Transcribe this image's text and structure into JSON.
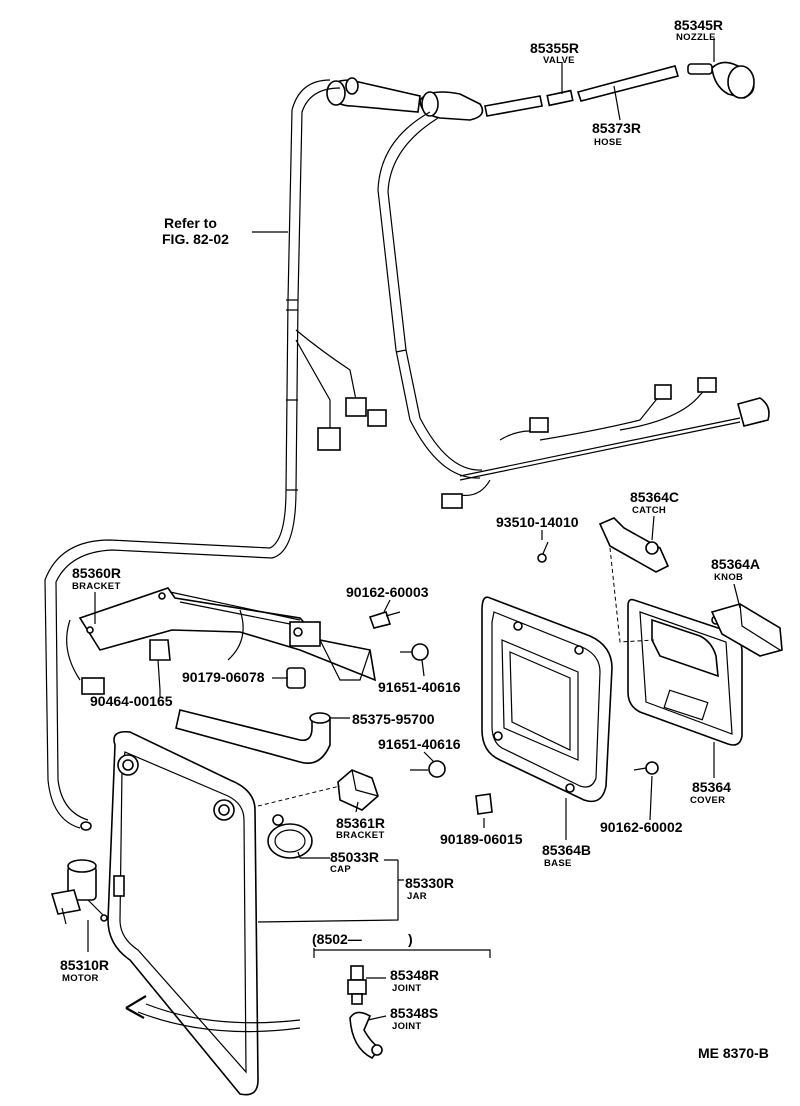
{
  "parts": {
    "nozzle": {
      "number": "85345R",
      "name": "NOZZLE"
    },
    "valve": {
      "number": "85355R",
      "name": "VALVE"
    },
    "hose": {
      "number": "85373R",
      "name": "HOSE"
    },
    "refer": {
      "line1": "Refer to",
      "line2": "FIG. 82-02"
    },
    "catch": {
      "number": "85364C",
      "name": "CATCH"
    },
    "screw_93510": {
      "number": "93510-14010"
    },
    "knob": {
      "number": "85364A",
      "name": "KNOB"
    },
    "bracket_360": {
      "number": "85360R",
      "name": "BRACKET"
    },
    "bolt_90162_3": {
      "number": "90162-60003"
    },
    "nut_91651_a": {
      "number": "91651-40616"
    },
    "clip_90179": {
      "number": "90179-06078"
    },
    "clip_90464": {
      "number": "90464-00165"
    },
    "hose_85375": {
      "number": "85375-95700"
    },
    "nut_91651_b": {
      "number": "91651-40616"
    },
    "bracket_361": {
      "number": "85361R",
      "name": "BRACKET"
    },
    "clip_90189": {
      "number": "90189-06015"
    },
    "base": {
      "number": "85364B",
      "name": "BASE"
    },
    "screw_90162_2": {
      "number": "90162-60002"
    },
    "cover": {
      "number": "85364",
      "name": "COVER"
    },
    "cap": {
      "number": "85033R",
      "name": "CAP"
    },
    "jar": {
      "number": "85330R",
      "name": "JAR"
    },
    "motor": {
      "number": "85310R",
      "name": "MOTOR"
    },
    "joint_r": {
      "number": "85348R",
      "name": "JOINT"
    },
    "joint_s": {
      "number": "85348S",
      "name": "JOINT"
    }
  },
  "range_label": {
    "open": "(8502—",
    "close": ")"
  },
  "figure_code": "ME  8370-B"
}
